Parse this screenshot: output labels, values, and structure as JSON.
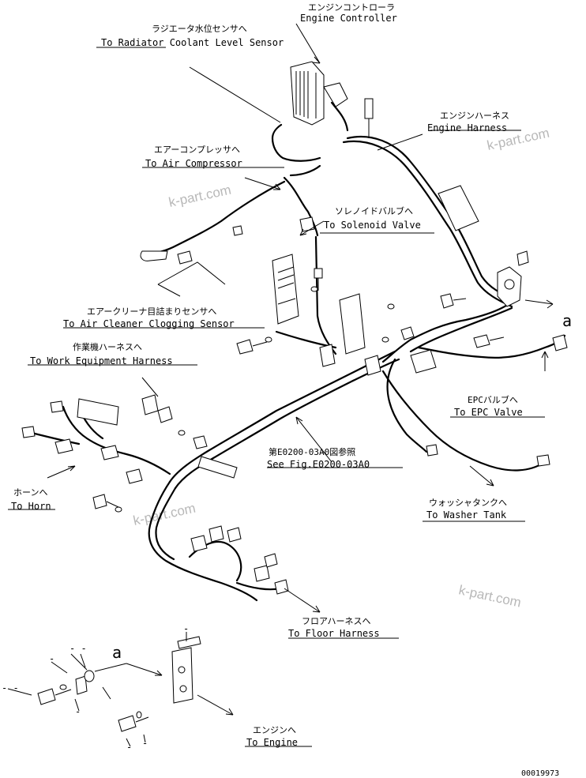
{
  "labels": {
    "engine_controller_jp": "エンジンコントローラ",
    "engine_controller_en": "Engine Controller",
    "radiator_jp": "ラジエータ水位センサへ",
    "radiator_en": "To Radiator Coolant Level Sensor",
    "engine_harness_jp": "エンジンハーネス",
    "engine_harness_en": "Engine Harness",
    "air_compressor_jp": "エアーコンプレッサへ",
    "air_compressor_en": "To Air Compressor",
    "solenoid_jp": "ソレノイドバルブへ",
    "solenoid_en": "To Solenoid Valve",
    "air_cleaner_jp": "エアークリーナ目詰まりセンサへ",
    "air_cleaner_en": "To Air Cleaner Clogging Sensor",
    "work_equipment_jp": "作業機ハーネスへ",
    "work_equipment_en": "To Work Equipment Harness",
    "epc_jp": "EPCバルブへ",
    "epc_en": "To EPC Valve",
    "see_fig_jp": "第E0200-03A0図参照",
    "see_fig_en": "See Fig.E0200-03A0",
    "horn_jp": "ホーンへ",
    "horn_en": "To Horn",
    "washer_jp": "ウォッシャタンクへ",
    "washer_en": "To Washer Tank",
    "floor_jp": "フロアハーネスへ",
    "floor_en": "To Floor Harness",
    "engine_jp": "エンジンへ",
    "engine_en": "To Engine",
    "ref_a_right": "a",
    "ref_a_bottom": "a",
    "dash_1": "-",
    "dash_2": "-",
    "dash_3": "- -",
    "dash_4": "- -",
    "dash_5": "-",
    "dash_6": "-",
    "dash_7": "-"
  },
  "watermarks": [
    "k-part.com",
    "k-part.com",
    "k-part.com",
    "k-part.com"
  ],
  "drawing_number": "00019973"
}
